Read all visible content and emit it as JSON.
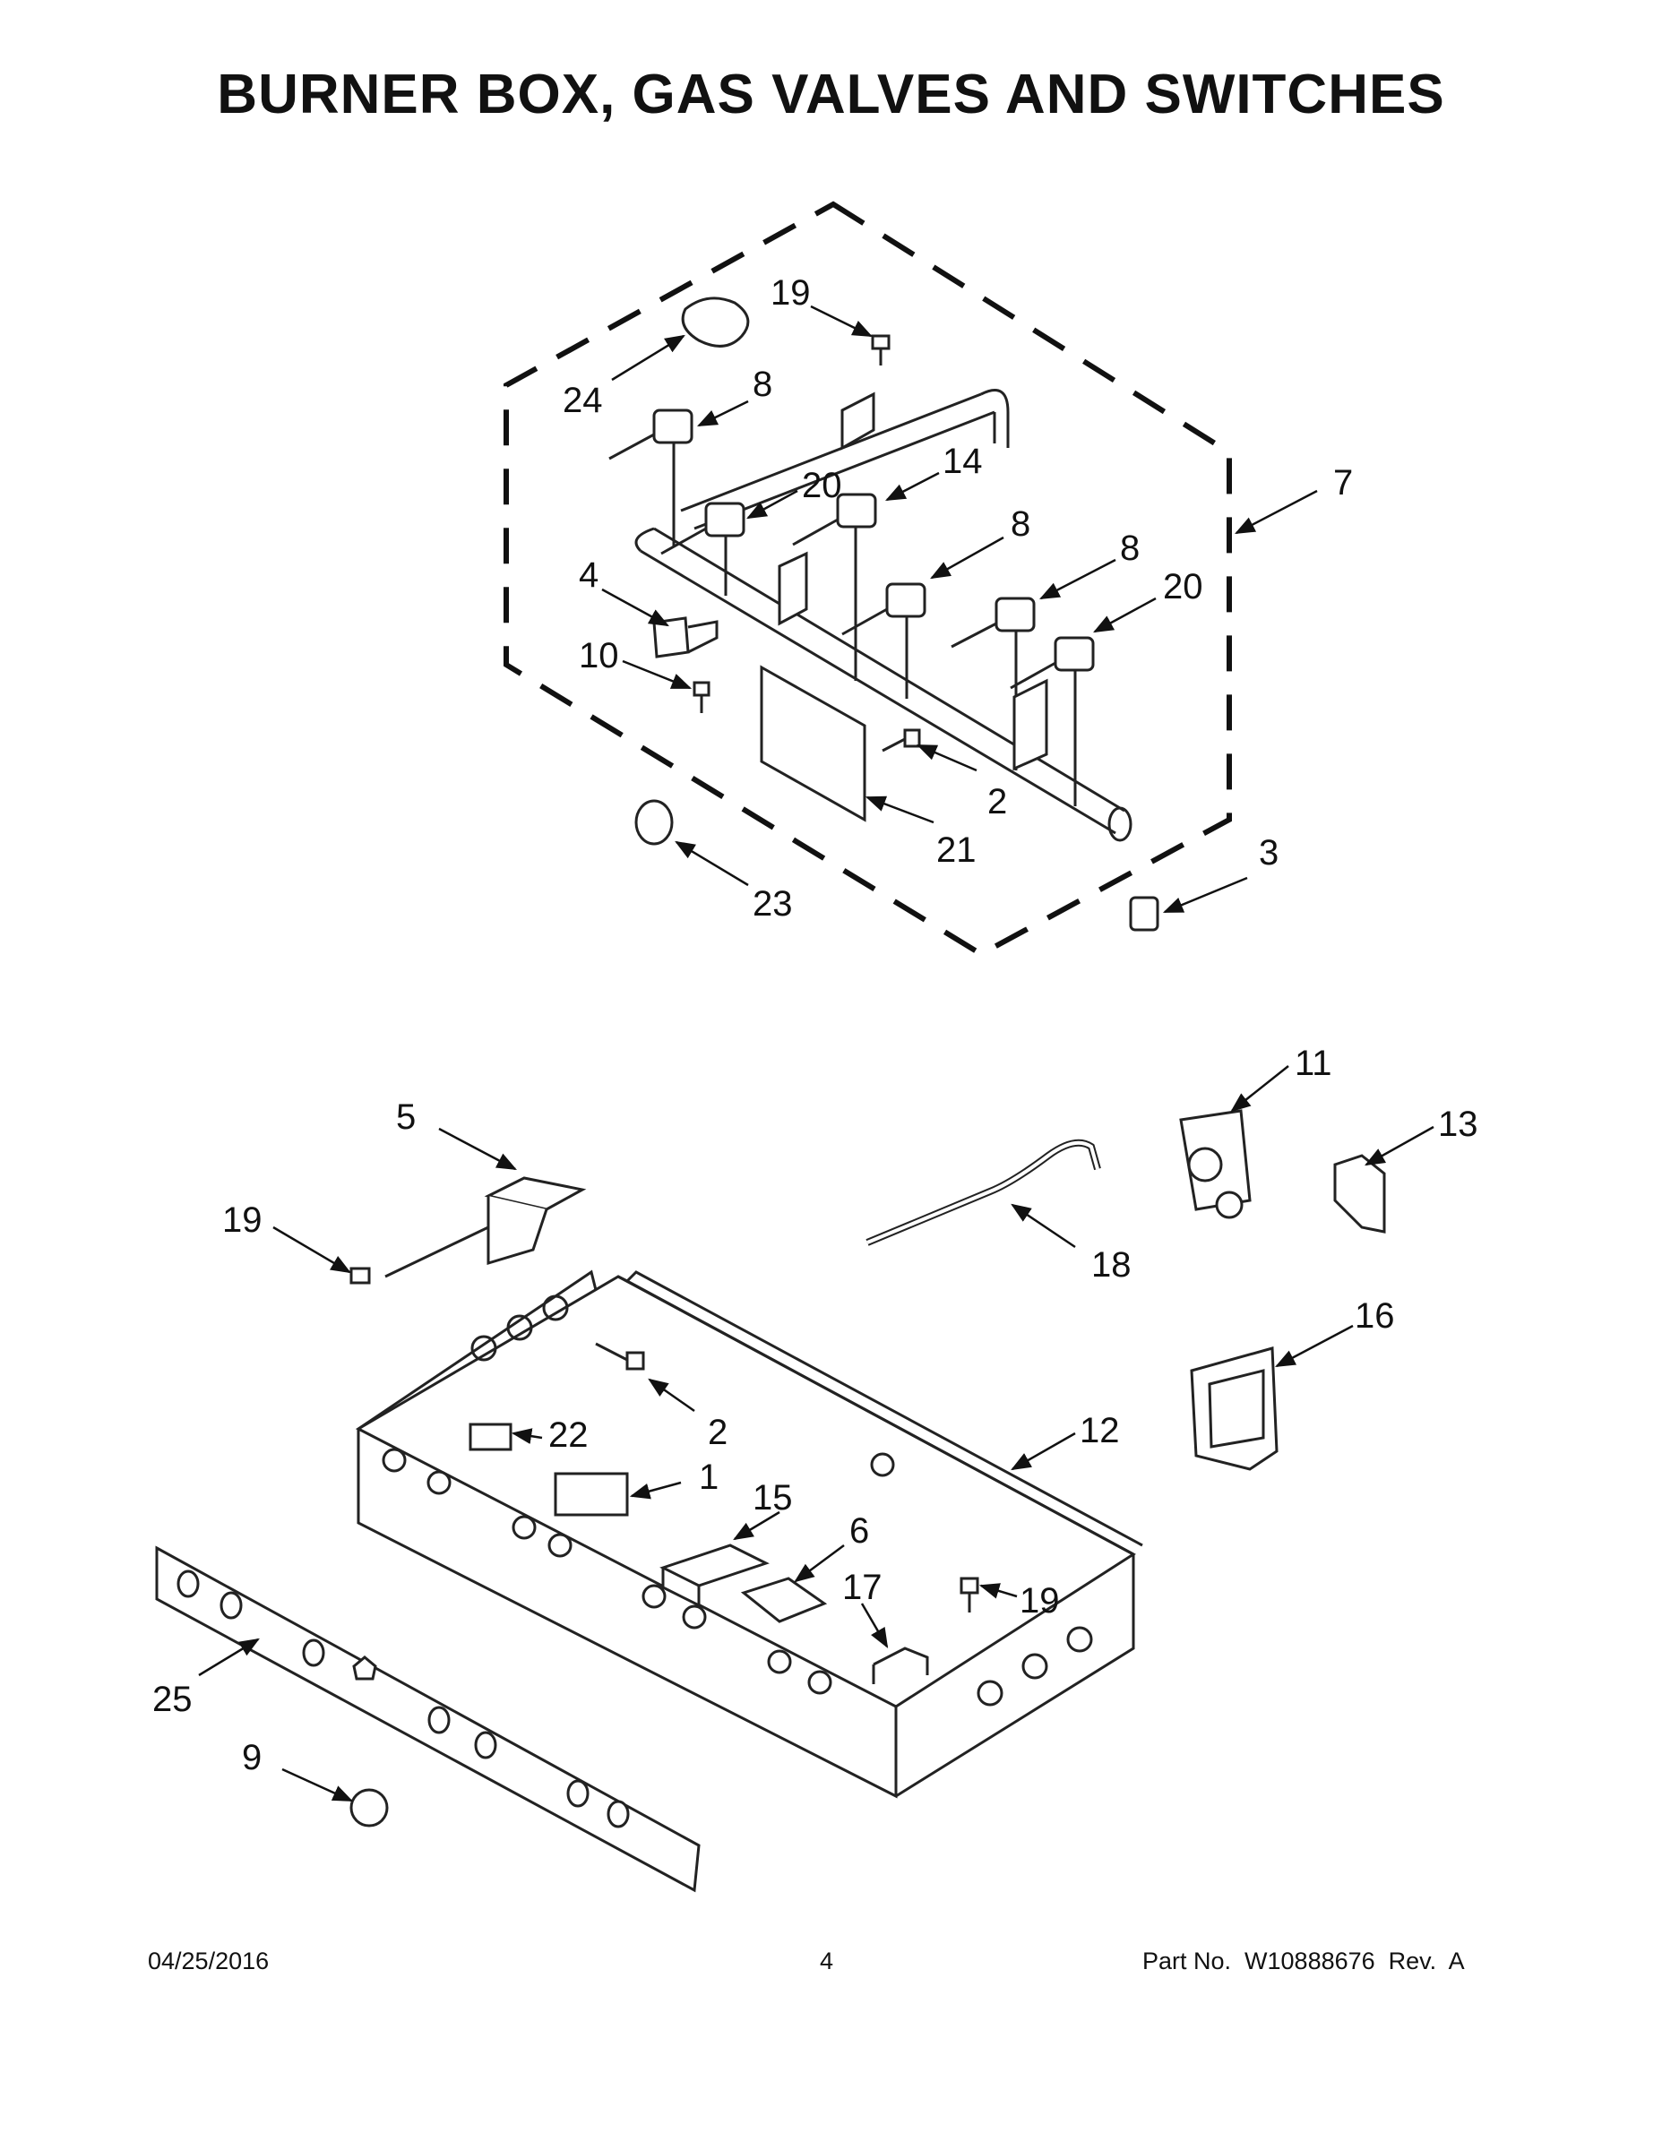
{
  "title": "BURNER BOX, GAS VALVES AND SWITCHES",
  "footer": {
    "date": "04/25/2016",
    "page": "4",
    "part_number": "Part No.  W10888676  Rev.  A"
  },
  "callouts": [
    {
      "id": "c-19a",
      "label": "19"
    },
    {
      "id": "c-24",
      "label": "24"
    },
    {
      "id": "c-8a",
      "label": "8"
    },
    {
      "id": "c-14",
      "label": "14"
    },
    {
      "id": "c-20a",
      "label": "20"
    },
    {
      "id": "c-7",
      "label": "7"
    },
    {
      "id": "c-8b",
      "label": "8"
    },
    {
      "id": "c-8c",
      "label": "8"
    },
    {
      "id": "c-20b",
      "label": "20"
    },
    {
      "id": "c-4",
      "label": "4"
    },
    {
      "id": "c-10",
      "label": "10"
    },
    {
      "id": "c-2a",
      "label": "2"
    },
    {
      "id": "c-21",
      "label": "21"
    },
    {
      "id": "c-3",
      "label": "3"
    },
    {
      "id": "c-23",
      "label": "23"
    },
    {
      "id": "c-11",
      "label": "11"
    },
    {
      "id": "c-13",
      "label": "13"
    },
    {
      "id": "c-5",
      "label": "5"
    },
    {
      "id": "c-18",
      "label": "18"
    },
    {
      "id": "c-19b",
      "label": "19"
    },
    {
      "id": "c-16",
      "label": "16"
    },
    {
      "id": "c-12",
      "label": "12"
    },
    {
      "id": "c-22",
      "label": "22"
    },
    {
      "id": "c-2b",
      "label": "2"
    },
    {
      "id": "c-1",
      "label": "1"
    },
    {
      "id": "c-15",
      "label": "15"
    },
    {
      "id": "c-6",
      "label": "6"
    },
    {
      "id": "c-17",
      "label": "17"
    },
    {
      "id": "c-19c",
      "label": "19"
    },
    {
      "id": "c-25",
      "label": "25"
    },
    {
      "id": "c-9",
      "label": "9"
    }
  ]
}
